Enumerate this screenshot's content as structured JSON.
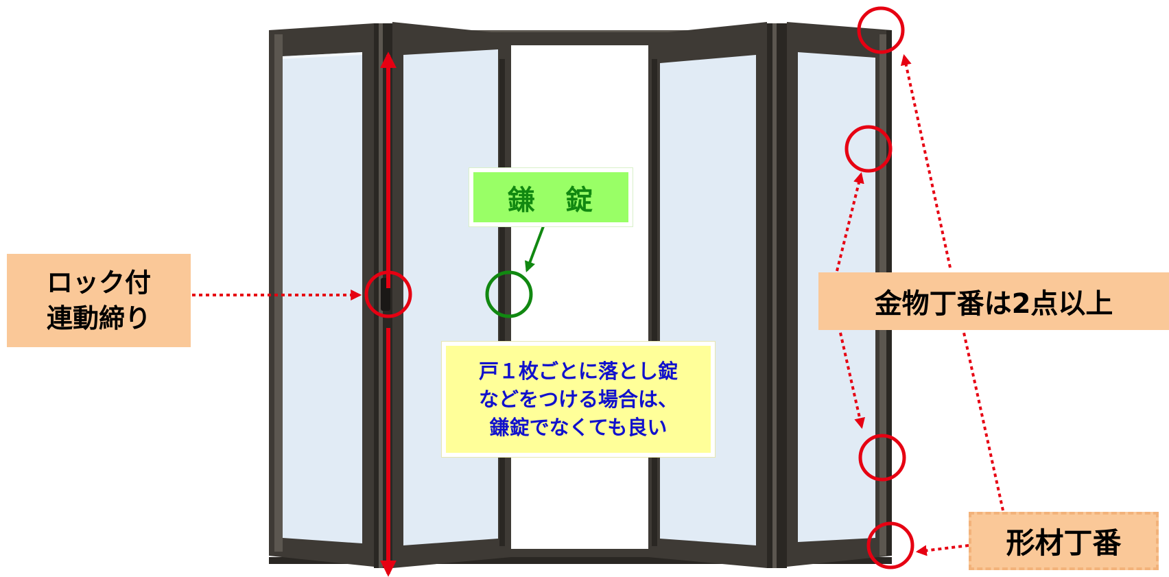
{
  "labels": {
    "lock_interlock": [
      "ロック付",
      "連動締り"
    ],
    "sickle_lock": "鎌　錠",
    "note": [
      "戸１枚ごとに落とし錠",
      "などをつける場合は、",
      "鎌錠でなくても良い"
    ],
    "metal_hinge": "金物丁番は2点以上",
    "profile_hinge": "形材丁番"
  },
  "colors": {
    "frame": "#3E3A35",
    "frame_dark": "#2A2723",
    "frame_light": "#5C5750",
    "glass": "#E1EBF5",
    "red": "#E60012",
    "green": "#118811",
    "callout_orange": "#FAC898",
    "callout_green": "#99FF66",
    "note_yellow": "#FFFF99",
    "note_text": "#1111CC"
  }
}
